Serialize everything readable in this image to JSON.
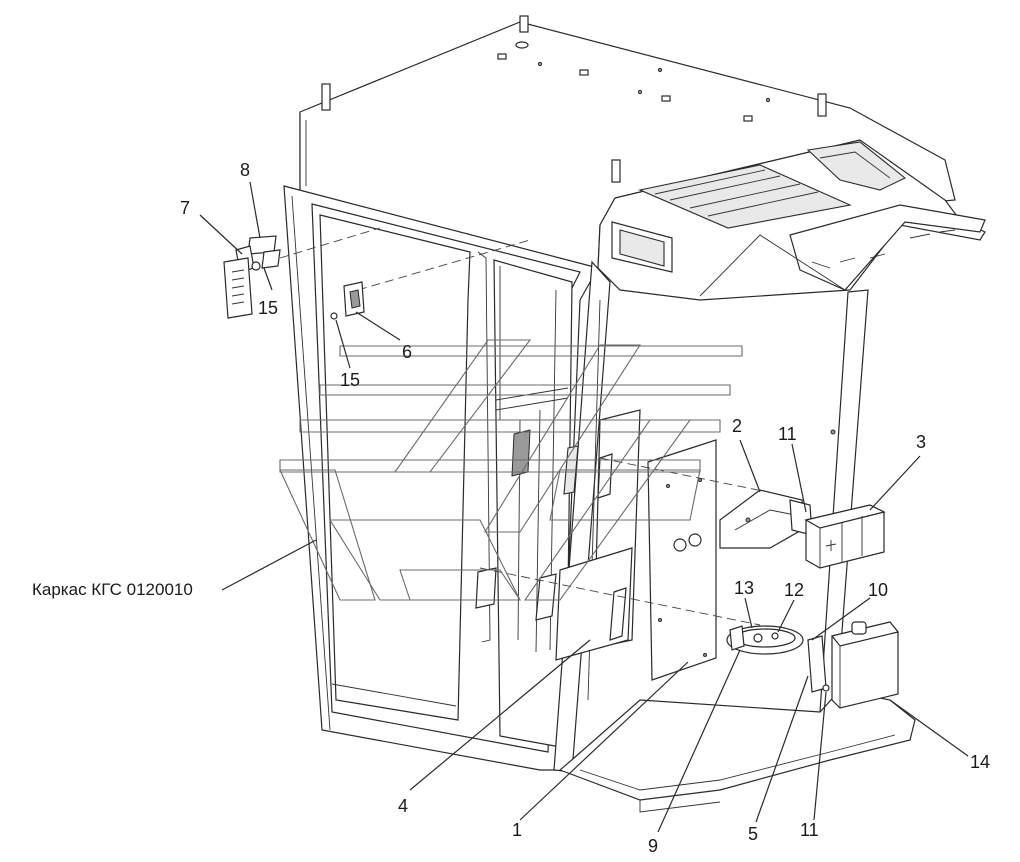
{
  "diagram": {
    "frame_caption": "Каркас КГС 0120010",
    "callouts": {
      "c1": "1",
      "c2": "2",
      "c3": "3",
      "c4": "4",
      "c5": "5",
      "c6": "6",
      "c7": "7",
      "c8": "8",
      "c9": "9",
      "c10": "10",
      "c11a": "11",
      "c11b": "11",
      "c12": "12",
      "c13": "13",
      "c14": "14",
      "c15a": "15",
      "c15b": "15"
    }
  },
  "watermark": {
    "kind": "company-logo"
  }
}
